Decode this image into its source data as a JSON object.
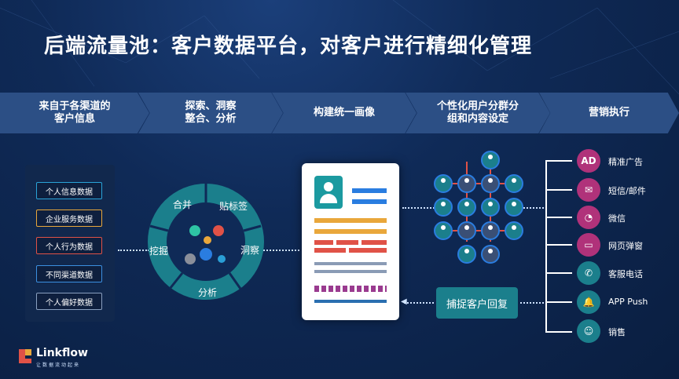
{
  "title": "后端流量池：客户数据平台，对客户进行精细化管理",
  "steps": [
    {
      "label": "来自于各渠道的\n客户信息"
    },
    {
      "label": "探索、洞察\n整合、分析"
    },
    {
      "label": "构建统一画像"
    },
    {
      "label": "个性化用户分群分\n组和内容设定"
    },
    {
      "label": "营销执行"
    }
  ],
  "data_sources": [
    {
      "label": "个人信息数据",
      "color": "#2aa3d8"
    },
    {
      "label": "企业服务数据",
      "color": "#e9a73b"
    },
    {
      "label": "个人行为数据",
      "color": "#e05247"
    },
    {
      "label": "不同渠道数据",
      "color": "#3b8fe0"
    },
    {
      "label": "个人偏好数据",
      "color": "#8aa0c0"
    }
  ],
  "wheel": {
    "segments": [
      "合并",
      "贴标签",
      "洞察",
      "分析",
      "挖掘"
    ],
    "dot_colors": [
      "#2ec4a4",
      "#e05247",
      "#e9a73b",
      "#2a7de0",
      "#8a8f9a",
      "#2a9fd6"
    ]
  },
  "capture_label": "捕捉客户回复",
  "channels": [
    {
      "icon": "ad-icon",
      "glyph": "AD",
      "label": "精准广告",
      "color": "#b0327a"
    },
    {
      "icon": "mail-icon",
      "glyph": "✉",
      "label": "短信/邮件",
      "color": "#b0327a"
    },
    {
      "icon": "wechat-icon",
      "glyph": "◔",
      "label": "微信",
      "color": "#b0327a"
    },
    {
      "icon": "webpage-icon",
      "glyph": "▭",
      "label": "网页弹窗",
      "color": "#b0327a"
    },
    {
      "icon": "phone-icon",
      "glyph": "✆",
      "label": "客服电话",
      "color": "#1b7f8c"
    },
    {
      "icon": "bell-icon",
      "glyph": "🔔",
      "label": "APP Push",
      "color": "#1b7f8c"
    },
    {
      "icon": "salesperson-icon",
      "glyph": "☺",
      "label": "销售",
      "color": "#1b7f8c"
    }
  ],
  "logo": {
    "name": "Linkflow",
    "tagline": "让数据流动起来",
    "colors": [
      "#e05247",
      "#e9a73b"
    ]
  }
}
